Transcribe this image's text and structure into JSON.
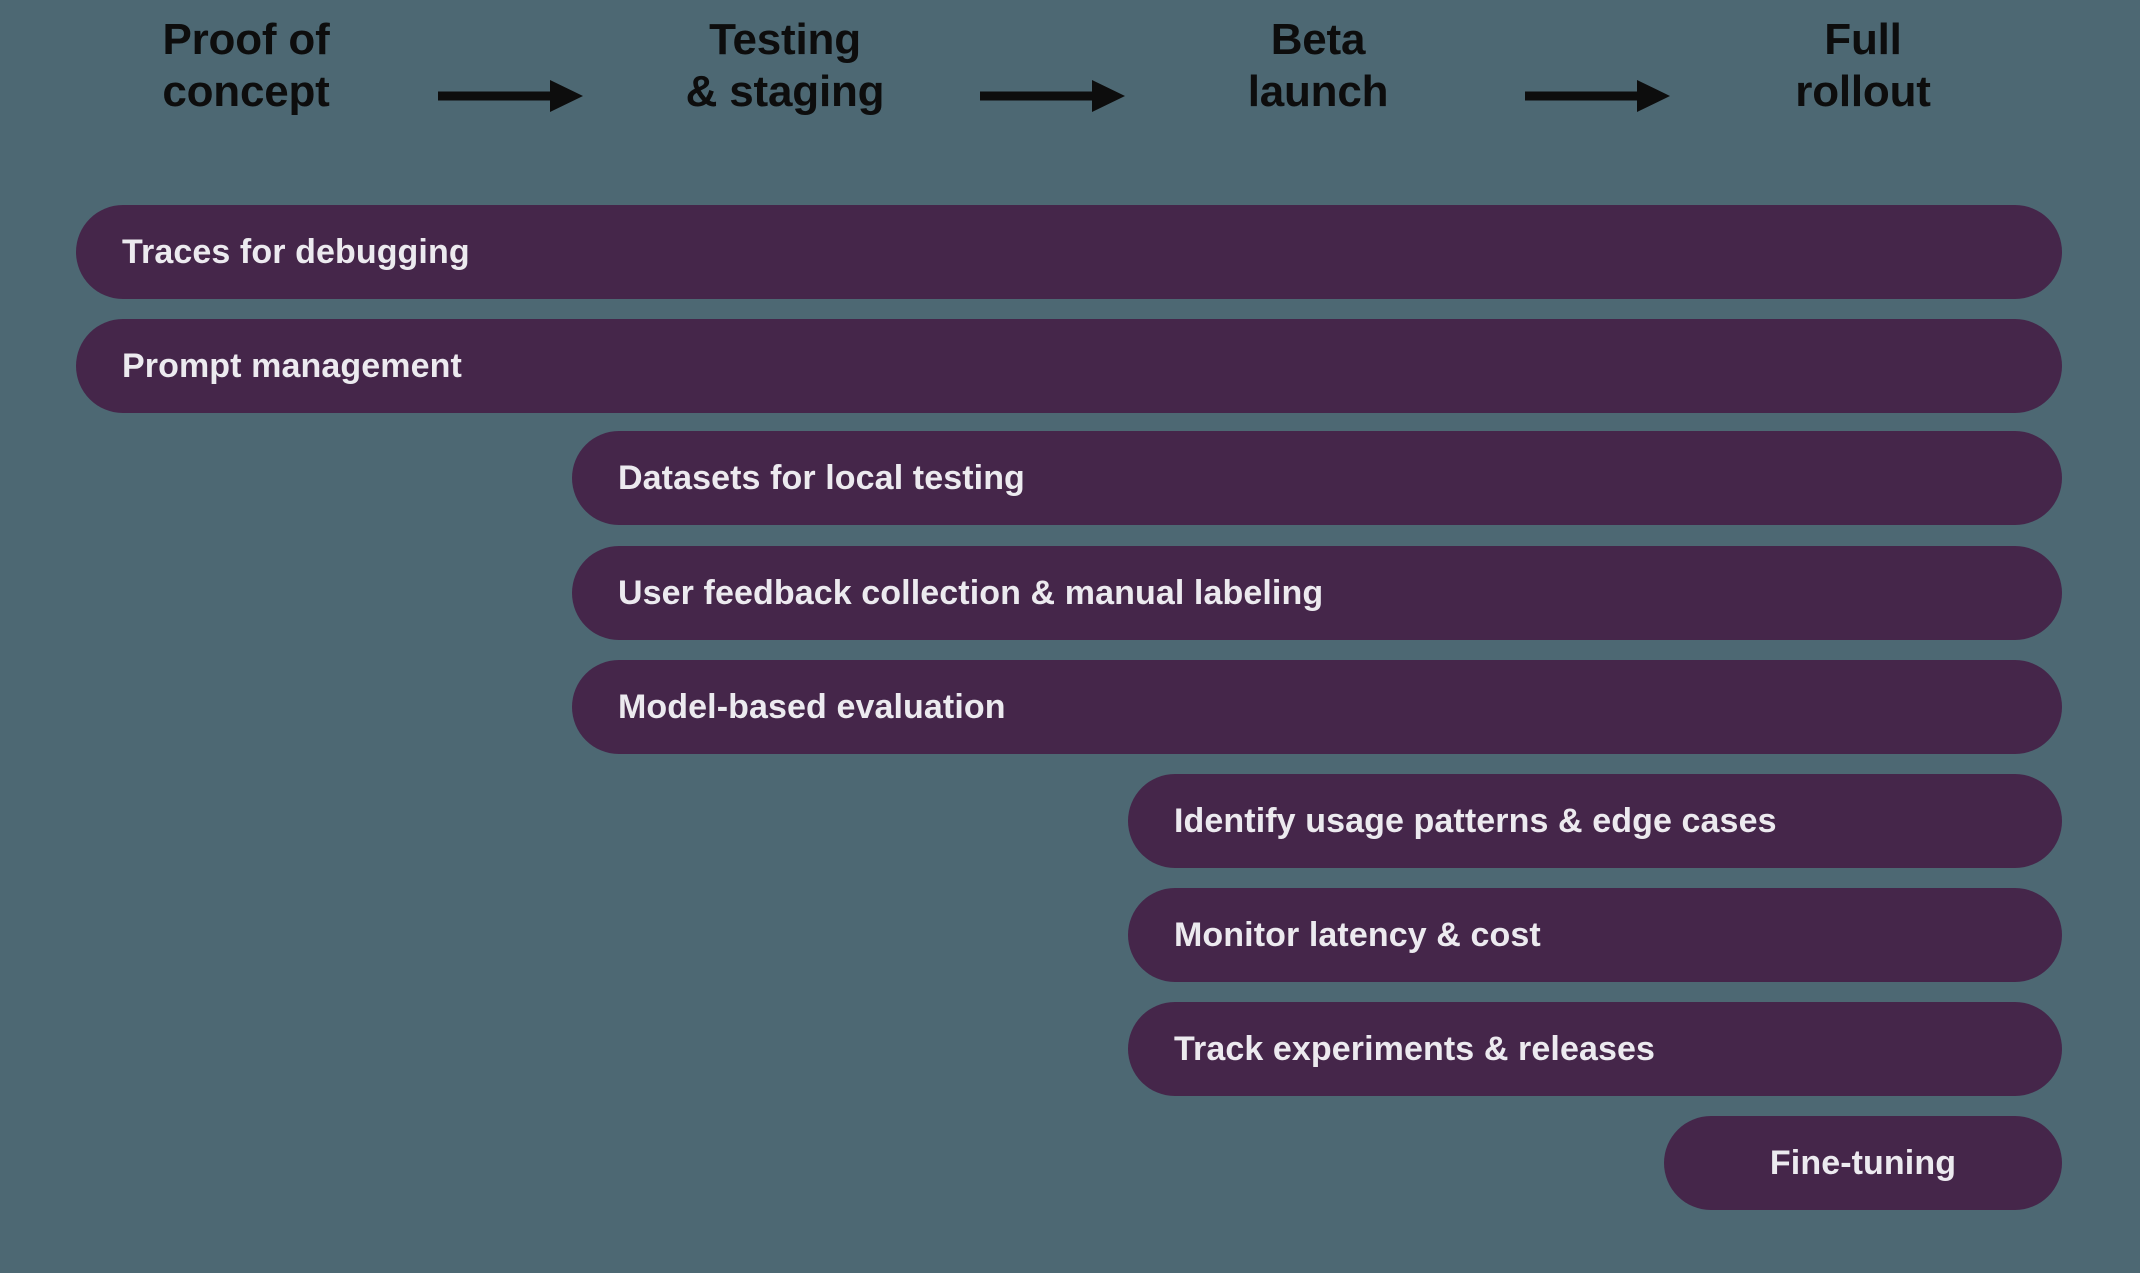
{
  "background_color": "#4d6873",
  "pill_color": "#45264a",
  "pill_text_color": "#eceaef",
  "phase_text_color": "#0d0d0d",
  "header": {
    "phases": [
      {
        "label": "Proof of\nconcept",
        "line1": "Proof of",
        "line2": "concept"
      },
      {
        "label": "Testing\n& staging",
        "line1": "Testing",
        "line2": "& staging"
      },
      {
        "label": "Beta\nlaunch",
        "line1": "Beta",
        "line2": "launch"
      },
      {
        "label": "Full\nrollout",
        "line1": "Full",
        "line2": "rollout"
      }
    ],
    "arrows": [
      {
        "name": "arrow-poc-to-testing"
      },
      {
        "name": "arrow-testing-to-beta"
      },
      {
        "name": "arrow-beta-to-rollout"
      }
    ]
  },
  "capabilities": [
    {
      "label": "Traces for debugging",
      "start_phase": "Proof of concept",
      "end_phase": "Full rollout"
    },
    {
      "label": "Prompt management",
      "start_phase": "Proof of concept",
      "end_phase": "Full rollout"
    },
    {
      "label": "Datasets for local testing",
      "start_phase": "Testing & staging",
      "end_phase": "Full rollout"
    },
    {
      "label": "User feedback collection & manual labeling",
      "start_phase": "Testing & staging",
      "end_phase": "Full rollout"
    },
    {
      "label": "Model-based evaluation",
      "start_phase": "Testing & staging",
      "end_phase": "Full rollout"
    },
    {
      "label": "Identify usage patterns & edge cases",
      "start_phase": "Beta launch",
      "end_phase": "Full rollout"
    },
    {
      "label": "Monitor latency & cost",
      "start_phase": "Beta launch",
      "end_phase": "Full rollout"
    },
    {
      "label": "Track experiments & releases",
      "start_phase": "Beta launch",
      "end_phase": "Full rollout"
    },
    {
      "label": "Fine-tuning",
      "start_phase": "Full rollout",
      "end_phase": "Full rollout"
    }
  ]
}
